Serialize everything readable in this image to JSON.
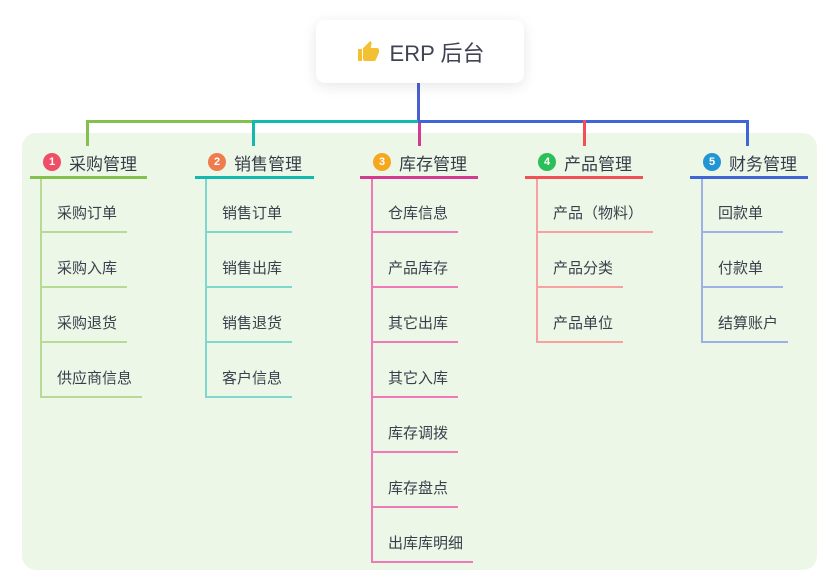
{
  "root": {
    "icon": "thumbs-up",
    "label": "ERP 后台"
  },
  "canvas": {
    "background": "#ffffff",
    "panel_color": "#edf7e8",
    "root_connector_color": "#4b5fd1"
  },
  "branches": [
    {
      "num": "1",
      "label": "采购管理",
      "badge_color": "#ee4f66",
      "line_color": "#85c04e",
      "child_line_color": "#b7db97",
      "children": [
        "采购订单",
        "采购入库",
        "采购退货",
        "供应商信息"
      ]
    },
    {
      "num": "2",
      "label": "销售管理",
      "badge_color": "#ee7c4c",
      "line_color": "#12b9ac",
      "child_line_color": "#80d7cc",
      "children": [
        "销售订单",
        "销售出库",
        "销售退货",
        "客户信息"
      ]
    },
    {
      "num": "3",
      "label": "库存管理",
      "badge_color": "#f5a71f",
      "line_color": "#d53a93",
      "child_line_color": "#f07ab7",
      "children": [
        "仓库信息",
        "产品库存",
        "其它出库",
        "其它入库",
        "库存调拨",
        "库存盘点",
        "出库库明细"
      ]
    },
    {
      "num": "4",
      "label": "产品管理",
      "badge_color": "#2abf58",
      "line_color": "#f15154",
      "child_line_color": "#f7a1a1",
      "children": [
        "产品（物料）",
        "产品分类",
        "产品单位"
      ]
    },
    {
      "num": "5",
      "label": "财务管理",
      "badge_color": "#2196d3",
      "line_color": "#4065d6",
      "child_line_color": "#9db1e5",
      "children": [
        "回款单",
        "付款单",
        "结算账户"
      ]
    }
  ]
}
